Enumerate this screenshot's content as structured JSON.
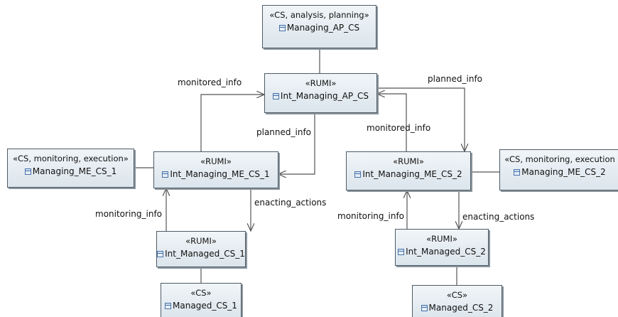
{
  "nodes": {
    "managing_ap_cs": {
      "stereotype": "«CS, analysis, planning»",
      "name": "Managing_AP_CS"
    },
    "int_managing_ap_cs": {
      "stereotype": "«RUMI»",
      "name": "Int_Managing_AP_CS"
    },
    "managing_me_cs_1": {
      "stereotype": "«CS, monitoring, execution»",
      "name": "Managing_ME_CS_1"
    },
    "int_managing_me_cs_1": {
      "stereotype": "«RUMI»",
      "name": "Int_Managing_ME_CS_1"
    },
    "int_managing_me_cs_2": {
      "stereotype": "«RUMI»",
      "name": "Int_Managing_ME_CS_2"
    },
    "managing_me_cs_2": {
      "stereotype": "«CS, monitoring, execution",
      "name": "Managing_ME_CS_2"
    },
    "int_managed_cs_1": {
      "stereotype": "«RUMI»",
      "name": "Int_Managed_CS_1"
    },
    "int_managed_cs_2": {
      "stereotype": "«RUMI»",
      "name": "Int_Managed_CS_2"
    },
    "managed_cs_1": {
      "stereotype": "«CS»",
      "name": "Managed_CS_1"
    },
    "managed_cs_2": {
      "stereotype": "«CS»",
      "name": "Managed_CS_2"
    }
  },
  "edges": {
    "monitored_info_1": "monitored_info",
    "planned_info_1": "planned_info",
    "planned_info_2": "planned_info",
    "monitored_info_2": "monitored_info",
    "monitoring_info_1": "monitoring_info",
    "enacting_actions_1": "enacting_actions",
    "monitoring_info_2": "monitoring_info",
    "enacting_actions_2": "enacting_actions"
  },
  "colors": {
    "node_border": "#4d5b66",
    "node_fill_top": "#f1f5f8",
    "node_fill_bottom": "#dbe5ec",
    "connector": "#555555",
    "class_icon": "#4a73a8"
  },
  "icons": {
    "class": "class-icon"
  }
}
